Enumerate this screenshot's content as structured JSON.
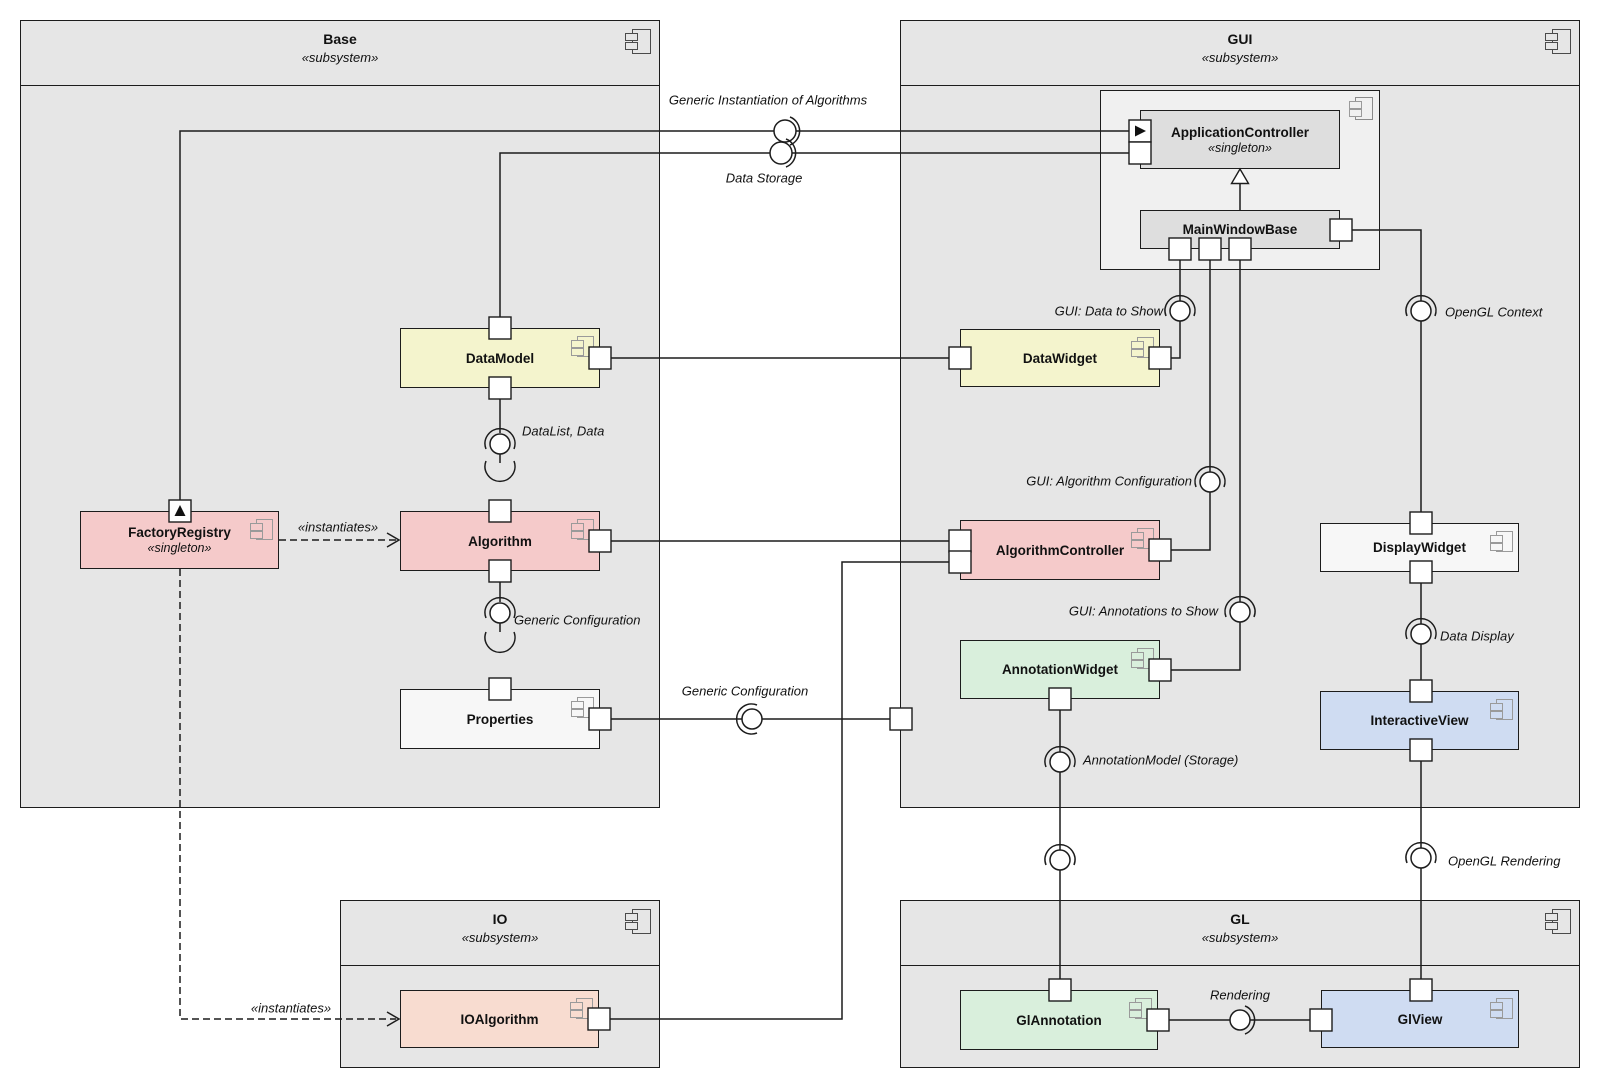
{
  "subsystems": {
    "base": {
      "name": "Base",
      "stereotype": "«subsystem»"
    },
    "gui": {
      "name": "GUI",
      "stereotype": "«subsystem»"
    },
    "io": {
      "name": "IO",
      "stereotype": "«subsystem»"
    },
    "gl": {
      "name": "GL",
      "stereotype": "«subsystem»"
    }
  },
  "components": {
    "factory_registry": {
      "name": "FactoryRegistry",
      "stereotype": "«singleton»",
      "color": "#f5caca"
    },
    "data_model": {
      "name": "DataModel",
      "color": "#f4f4cd"
    },
    "algorithm": {
      "name": "Algorithm",
      "color": "#f5caca"
    },
    "properties": {
      "name": "Properties",
      "color": "#f7f7f7"
    },
    "application_controller": {
      "name": "ApplicationController",
      "stereotype": "«singleton»",
      "color": "#dedede"
    },
    "main_window_base": {
      "name": "MainWindowBase",
      "color": "#dedede"
    },
    "data_widget": {
      "name": "DataWidget",
      "color": "#f4f4cd"
    },
    "algorithm_controller": {
      "name": "AlgorithmController",
      "color": "#f5caca"
    },
    "annotation_widget": {
      "name": "AnnotationWidget",
      "color": "#d9efdc"
    },
    "display_widget": {
      "name": "DisplayWidget",
      "color": "#f7f7f7"
    },
    "interactive_view": {
      "name": "InteractiveView",
      "color": "#cfdcf2"
    },
    "io_algorithm": {
      "name": "IOAlgorithm",
      "color": "#f8dcd0"
    },
    "gl_annotation": {
      "name": "GlAnnotation",
      "color": "#d9efdc"
    },
    "gl_view": {
      "name": "GlView",
      "color": "#cfdcf2"
    }
  },
  "labels": {
    "generic_instantiation": "Generic Instantiation of Algorithms",
    "data_storage": "Data Storage",
    "datalist_data": "DataList, Data",
    "generic_configuration_algorithm": "Generic Configuration",
    "generic_configuration_properties": "Generic Configuration",
    "instantiates_algorithm": "«instantiates»",
    "instantiates_io": "«instantiates»",
    "gui_data_to_show": "GUI: Data to Show",
    "gui_algorithm_configuration": "GUI: Algorithm Configuration",
    "gui_annotations_to_show": "GUI: Annotations to Show",
    "annotation_model": "AnnotationModel (Storage)",
    "opengl_context": "OpenGL Context",
    "data_display": "Data Display",
    "opengl_rendering": "OpenGL Rendering",
    "rendering": "Rendering"
  }
}
